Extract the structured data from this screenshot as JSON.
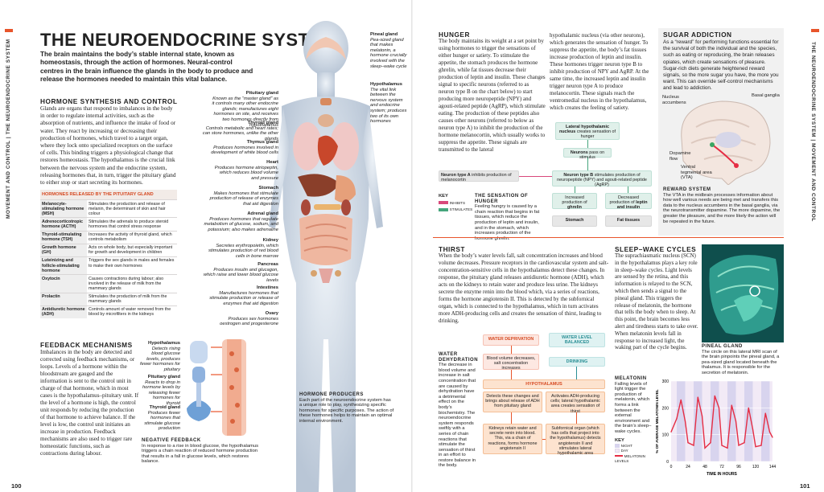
{
  "left_sidebar": {
    "text": "MOVEMENT AND CONTROL  |  THE NEUROENDOCRINE SYSTEM"
  },
  "right_sidebar": {
    "text": "THE NEUROENDOCRINE SYSTEM  |  MOVEMENT AND CONTROL"
  },
  "page_left": "100",
  "page_right": "101",
  "title": "THE NEUROENDOCRINE SYSTEM",
  "lead": "The brain maintains the body’s stable internal state, known as homeostasis, through the action of hormones. Neural-control centres in the brain influence the glands in the body to produce and release the hormones needed to maintain this vital balance.",
  "synth": {
    "heading": "HORMONE SYNTHESIS AND CONTROL",
    "text": "Glands are organs that respond to imbalances in the body in order to regulate internal activities, such as the absorption of nutrients, and influence the intake of food or water. They react by increasing or decreasing their production of hormones, which travel to a target organ, where they lock onto specialized receptors on the surface of cells. This binding triggers a physiological change that restores homeostasis. The hypothalamus is the crucial link between the nervous system and the endocrine system, releasing hormones that, in turn, trigger the pituitary gland to either stop or start secreting its hormones."
  },
  "table": {
    "heading": "HORMONES RELEASED BY THE PITUITARY GLAND",
    "rows": [
      {
        "name": "Melanocyte-stimulating hormone (MSH)",
        "desc": "Stimulates the production and release of melanin, the determinant of skin and hair colour"
      },
      {
        "name": "Adrenocorticotropic hormone (ACTH)",
        "desc": "Stimulates the adrenals to produce steroid hormones that control stress response"
      },
      {
        "name": "Thyroid-stimulating hormone (TSH)",
        "desc": "Increases the activity of thyroid gland, which controls metabolism"
      },
      {
        "name": "Growth hormone (GH)",
        "desc": "Acts on whole body, but especially important for growth and development in children"
      },
      {
        "name": "Luteinizing and follicle-stimulating hormone",
        "desc": "Triggers the sex glands in males and females to make their own hormones"
      },
      {
        "name": "Oxytocin",
        "desc": "Causes contractions during labour; also involved in the release of milk from the mammary glands"
      },
      {
        "name": "Prolactin",
        "desc": "Stimulates the production of milk from the mammary glands"
      },
      {
        "name": "Antidiuretic hormone (ADH)",
        "desc": "Controls amount of water removed from the blood by microfilters in the kidneys"
      }
    ]
  },
  "feedback": {
    "heading": "FEEDBACK MECHANISMS",
    "text": "Imbalances in the body are detected and corrected using feedback mechanisms, or loops. Levels of a hormone within the bloodstream are gauged and the information is sent to the control unit in charge of that hormone, which in most cases is the hypothalamus–pituitary unit. If the level of a hormone is high, the control unit responds by reducing the production of that hormone to achieve balance. If the level is low, the control unit initiates an increase in production. Feedback mechanisms are also used to trigger rare homeostatic functions, such as contractions during labour.",
    "diag_labels": [
      {
        "title": "Hypothalamus",
        "text": "Detects rising blood glucose levels, produces fewer hormones for pituitary"
      },
      {
        "title": "Pituitary gland",
        "text": "Reacts to drop in hormone levels by releasing fewer hormones for thyroid"
      },
      {
        "title": "Thyroid gland",
        "text": "Produces fewer hormones that stimulate glucose production"
      }
    ],
    "caption_title": "NEGATIVE FEEDBACK",
    "caption": "In response to a rise in blood glucose, the hypothalamus triggers a chain reaction of reduced hormone production that results in a fall in glucose levels, which restores balance."
  },
  "body_labels": [
    {
      "title": "Pineal gland",
      "text": "Pea-sized gland that makes melatonin, a hormone crucially involved with the sleep–wake cycle"
    },
    {
      "title": "Hypothalamus",
      "text": "The vital link between the nervous system and endocrine system; produces two of its own hormones"
    },
    {
      "title": "Pituitary gland",
      "text": "Known as the “master gland” as it controls many other endocrine glands; manufactures eight hormones on site, and receives two hormones directly from hypothalamus"
    },
    {
      "title": "Thyroid gland",
      "text": "Controls metabolic and heart rates; can store hormones, unlike the other glands"
    },
    {
      "title": "Thymus gland",
      "text": "Produces hormones involved in development of white blood cells"
    },
    {
      "title": "Heart",
      "text": "Produces hormone atriopeptin, which reduces blood volume and pressure"
    },
    {
      "title": "Stomach",
      "text": "Makes hormones that stimulate production of release of enzymes that aid digestion"
    },
    {
      "title": "Adrenal gland",
      "text": "Produces hormones that regulate metabolism of glucose, sodium, and potassium; also makes adrenaline"
    },
    {
      "title": "Kidney",
      "text": "Secretes erythropoietin, which stimulates production of red blood cells in bone marrow"
    },
    {
      "title": "Pancreas",
      "text": "Produces insulin and glucagon, which raise and lower blood glucose levels"
    },
    {
      "title": "Intestines",
      "text": "Manufactures hormones that stimulate production or release of enzymes that aid digestion"
    },
    {
      "title": "Ovary",
      "text": "Produces sex hormones oestrogen and progesterone"
    }
  ],
  "producers": {
    "title": "HORMONE PRODUCERS",
    "text": "Each part of the neuroendocrine system has a unique role to play, synthesizing specific hormones for specific purposes. The action of these hormones helps to maintain an optimal internal environment."
  },
  "hunger": {
    "heading": "HUNGER",
    "col1": "The body maintains its weight at a set point by using hormones to trigger the sensations of either hunger or satiety. To stimulate the appetite, the stomach produces the hormone ghrelin, while fat tissues decrease their production of leptin and insulin. These changes signal to specific neurons (referred to as neuron type B on the chart below) to start producing more neuropeptide (NPY) and agouti-related peptide (AgRP), which stimulate eating. The production of these peptides also causes other neurons (referred to below as neuron type A) to inhibit the production of the hormone melanocortin, which usually works to suppress the appetite. These signals are transmitted to the lateral",
    "col2": "hypothalamic nucleus (via other neurons), which generates the sensation of hunger. To suppress the appetite, the body’s fat tissues increase production of leptin and insulin. These hormones trigger neuron type B to inhibit production of NPY and AgRP. At the same time, the increased leptin and insulin trigger neuron type A to produce melanocortin. These signals reach the ventromedial nucleus in the hypothalamus, which creates the feeling of satiety.",
    "lateral_title": "Lateral hypothalamic nucleus",
    "lateral_text": "creates sensation of hunger",
    "neurons_title": "Neurons",
    "neurons_text": "pass on stimulus",
    "type_a_title": "Neuron type A",
    "type_a_text": "inhibits production of melanocortin",
    "type_b_title": "Neuron type B",
    "type_b_text": "stimulates production of neuropeptide (NPY) and agouti-related peptide (AgRP)",
    "inc_ghrelin_a": "Increased production of",
    "inc_ghrelin_b": "ghrelin",
    "dec_leptin_a": "Decreased production of",
    "dec_leptin_b": "leptin and insulin",
    "stomach": "Stomach",
    "fat": "Fat tissues",
    "key_title": "KEY",
    "key_inhibits": "INHIBITS",
    "key_stimulates": "STIMULATES",
    "sens_title": "THE SENSATION OF HUNGER",
    "sens_text": "Feeling hungry is caused by a chain reaction that begins in fat tissues, which reduce the production of leptin and insulin, and in the stomach, which increases production of the hormone ghrelin."
  },
  "sugar": {
    "heading": "SUGAR ADDICTION",
    "text": "As a “reward” for performing functions essential for the survival of both the individual and the species, such as eating or reproducing, the brain releases opiates, which create sensations of pleasure. Sugar-rich diets generate heightened reward signals, so the more sugar you have, the more you want. This can override self-control mechanisms and lead to addiction.",
    "labels": [
      "Nucleus accumbens",
      "Basal ganglia",
      "Dopamine flow",
      "Ventral tegmental area (VTA)"
    ],
    "caption_title": "REWARD SYSTEM",
    "caption": "The VTA in the midbrain processes information about how well various needs are being met and transfers this data to the nucleus accumbens in the basal ganglia, via the neurotransmitter dopamine. The more dopamine, the greater the pleasure, and the more likely the action will be repeated in the future."
  },
  "thirst": {
    "heading": "THIRST",
    "text": "When the body’s water levels fall, salt concentration increases and blood volume decreases. Pressure receptors in the cardiovascular system and salt-concentration-sensitive cells in the hypothalamus detect these changes. In response, the pituitary gland releases antidiuretic hormone (ADH), which acts on the kidneys to retain water and produce less urine. The kidneys secrete the enzyme renin into the blood which, via a series of reactions, forms the hormone angiotensin II. This is detected by the subfornical organ, which is connected to the hypothalamus, which in turn activates more ADH-producing cells and creates the sensation of thirst, leading to drinking.",
    "dehydration_title": "WATER DEHYDRATION",
    "dehydration_text": "The decrease in blood volume and increase in salt concentration that are caused by dehydration have a detrimental effect on the body’s biochemistry. The neuroendocrine system responds swiftly with a series of chain reactions that stimulate the sensation of thirst in an effort to restore balance in the body.",
    "box_dep": "WATER DEPRIVATION",
    "box_bal": "WATER LEVEL BALANCED",
    "box_blood": "Blood volume decreases, salt concentration increases",
    "box_drink": "DRINKING",
    "box_hypo": "HYPOTHALAMUS",
    "box_detect": "Detects these changes and brings about release of ADH from pituitary gland",
    "box_activ": "Activates ADH-producing cells; lateral hypothalamic area creates sensation of thirst",
    "box_kid": "Kidneys retain water and secrete renin into blood. This, via a chain of reactions, forms hormone angiotensin II",
    "box_subf": "Subfornical organ (which has cells that project into the hypothalamus) detects angiotensin II and stimulates lateral hypothalamic area"
  },
  "sleep": {
    "heading": "SLEEP–WAKE CYCLES",
    "text": "The suprachiasmatic nucleus (SCN) in the hypothalamus plays a key role in sleep–wake cycles. Light levels are sensed by the retina, and this information is relayed to the SCN, which then sends a signal to the pineal gland. This triggers the release of melatonin, the hormone that tells the body when to sleep. At this point, the brain becomes less alert and tiredness starts to take over. When melatonin levels fall in response to increased light, the waking part of the cycle begins.",
    "pineal_title": "PINEAL GLAND",
    "pineal_text": "The circle on this lateral MRI scan of the brain pinpoints the pineal gland, a pea-sized gland located beneath the thalamus. It is responsible for the secretion of melatonin.",
    "mel_title": "MELATONIN",
    "mel_text": "Falling levels of light trigger the production of melatonin, which forms a link between the external environment and the brain’s sleep–wake cycles.",
    "key_title": "KEY",
    "key_night": "NIGHT",
    "key_day": "DAY",
    "key_mel": "MELATONIN LEVELS"
  },
  "chart_data": {
    "type": "line",
    "xlabel": "TIME IN HOURS",
    "ylabel": "% OF AVERAGE MELATONIN LEVEL",
    "x_ticks": [
      "0",
      "24",
      "48",
      "72",
      "96",
      "120",
      "144"
    ],
    "y_ticks": [
      "0",
      "100",
      "200",
      "300"
    ],
    "ylim": [
      0,
      300
    ],
    "xlim": [
      0,
      144
    ],
    "series": [
      {
        "x": [
          0,
          8,
          14,
          20,
          24,
          32,
          38,
          44,
          48,
          56,
          62,
          68,
          72,
          80,
          86,
          92,
          96,
          104,
          110,
          116,
          120,
          128,
          134,
          140,
          144
        ],
        "values": [
          110,
          160,
          230,
          150,
          70,
          60,
          240,
          170,
          50,
          70,
          245,
          200,
          60,
          50,
          210,
          150,
          60,
          70,
          200,
          120,
          55,
          60,
          180,
          110,
          90
        ]
      }
    ],
    "colors": {
      "line": "#e52d44",
      "night": "#d8d4ee",
      "day": "#f2eaf6"
    }
  }
}
